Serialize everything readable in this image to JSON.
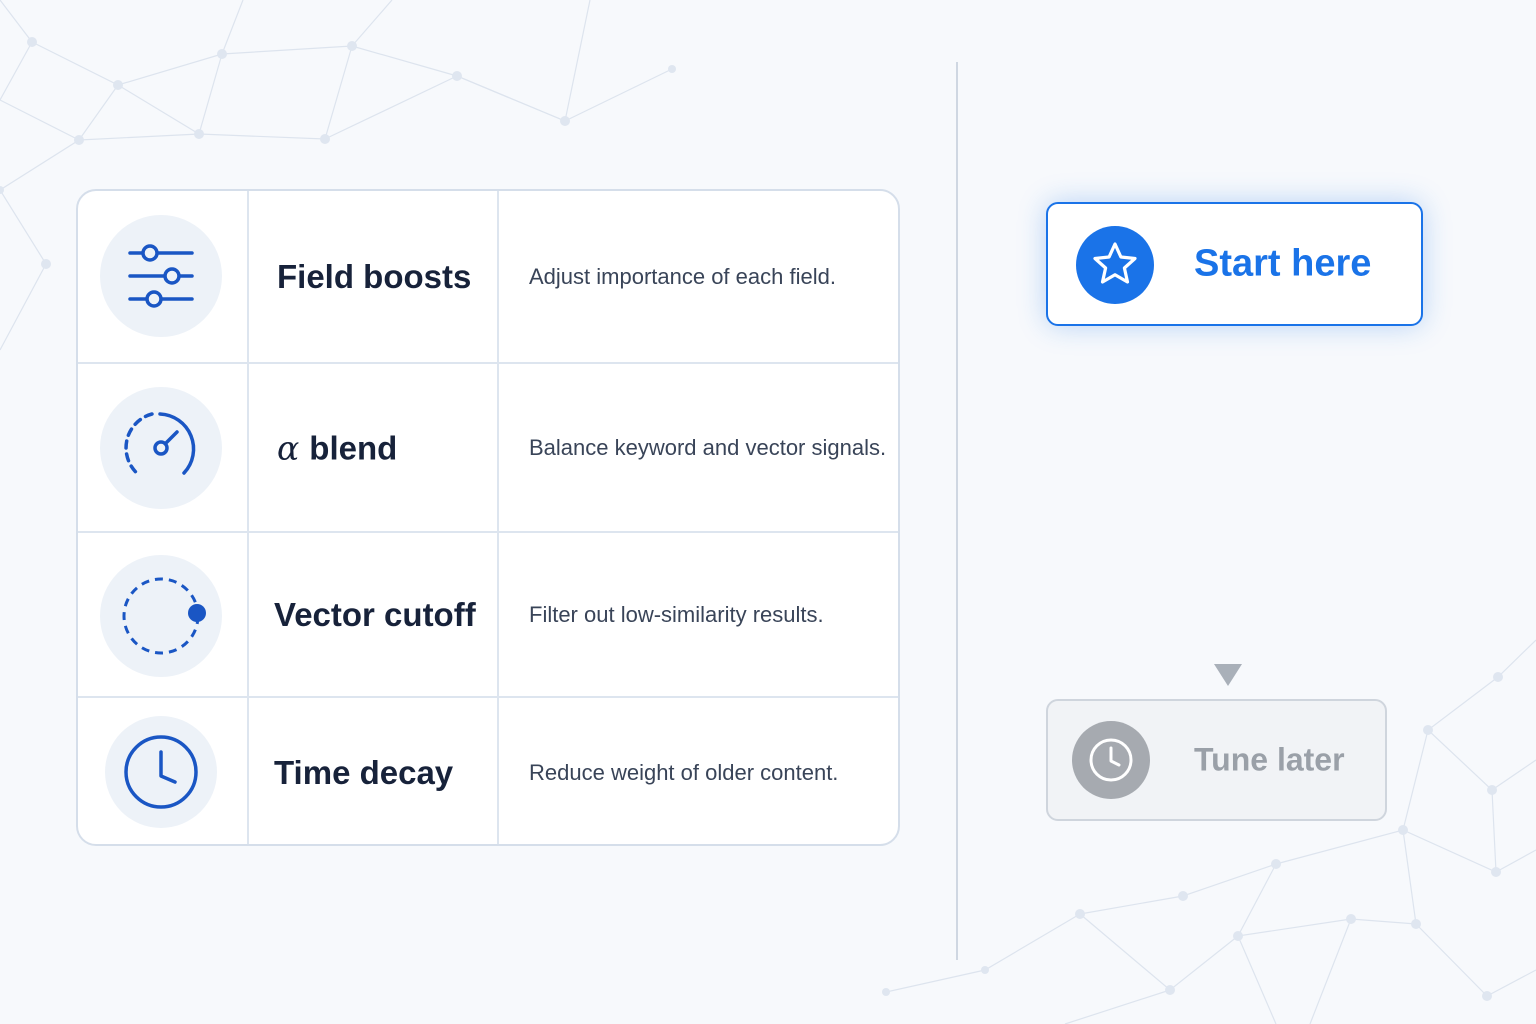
{
  "settings": [
    {
      "icon": "sliders-icon",
      "name": "Field boosts",
      "description": "Adjust importance of each field."
    },
    {
      "icon": "gauge-icon",
      "symbol": "α",
      "name": "blend",
      "description": "Balance keyword and vector signals."
    },
    {
      "icon": "dashed-circle-dot-icon",
      "name": "Vector cutoff",
      "description": "Filter out low-similarity results."
    },
    {
      "icon": "clock-icon",
      "name": "Time decay",
      "description": "Reduce weight of older content."
    }
  ],
  "flow": {
    "start": {
      "icon": "star-icon",
      "label": "Start here"
    },
    "later": {
      "icon": "clock-icon",
      "label": "Tune later"
    }
  },
  "colors": {
    "accent": "#1a73e8",
    "text_dark": "#17223a",
    "muted": "#9aa0a8"
  }
}
